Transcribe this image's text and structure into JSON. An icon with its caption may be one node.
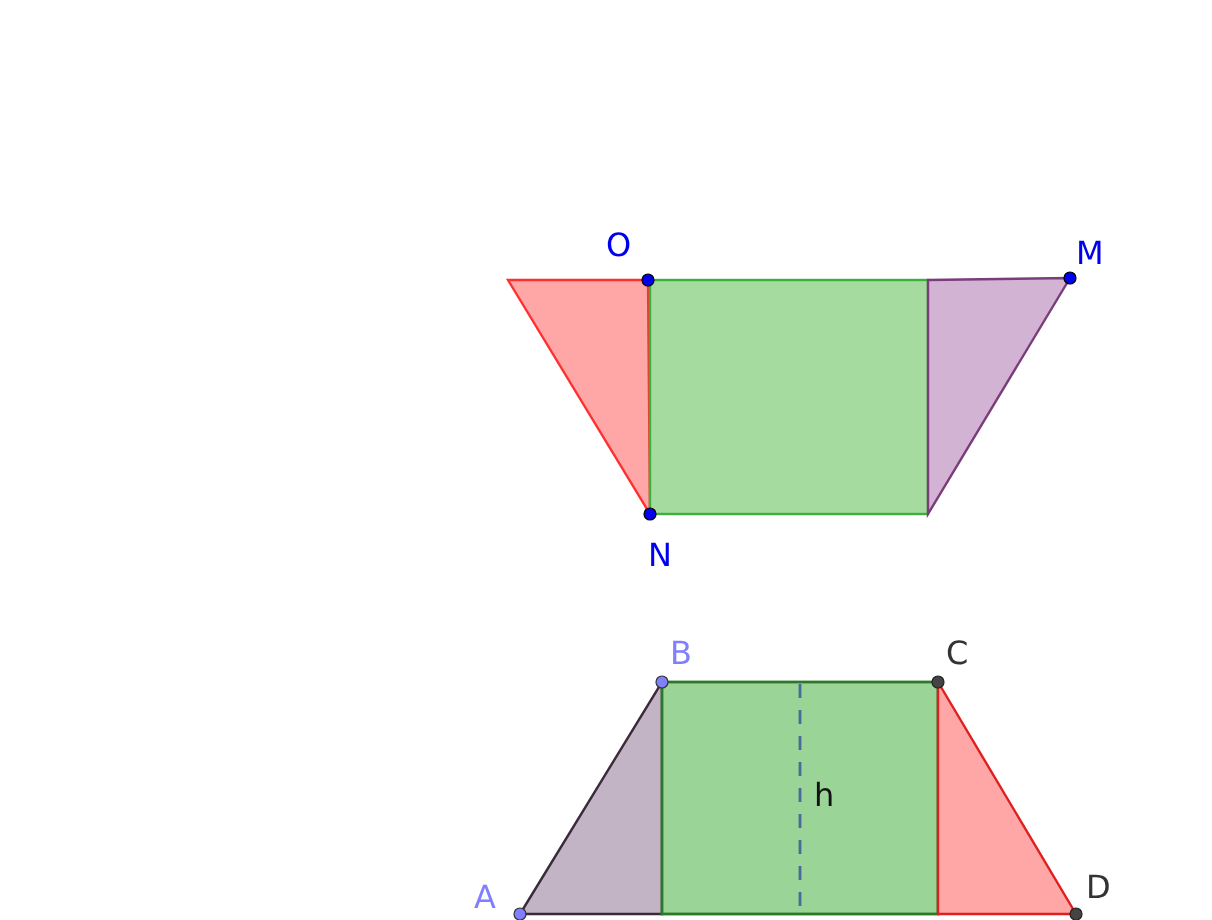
{
  "diagram": {
    "labels": [
      "O",
      "M",
      "N",
      "B",
      "C",
      "h",
      "A",
      "D"
    ]
  }
}
